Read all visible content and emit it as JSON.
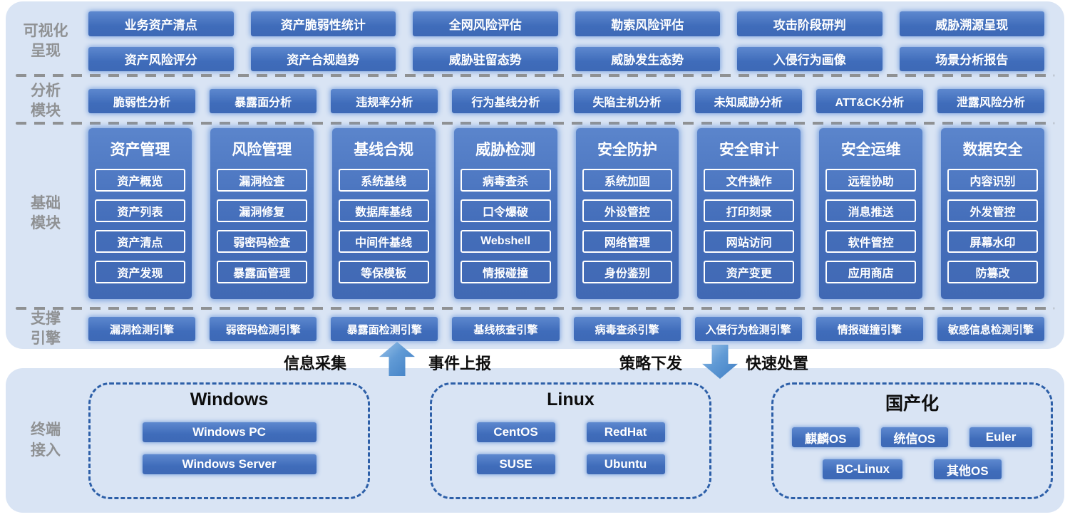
{
  "colors": {
    "panel_bg": "#d9e4f4",
    "chip_blue": "#3f6cba",
    "chip_glow": "#7aa3d9",
    "label_gray": "#8f9193",
    "dashed_border_blue": "#2d5fa8",
    "arrow_blue": "#4f8cc9",
    "text_white": "#ffffff",
    "text_black": "#0d0d0d"
  },
  "layers": {
    "visualization": {
      "label": {
        "line1": "可视化",
        "line2": "呈现"
      },
      "rows": [
        [
          "业务资产清点",
          "资产脆弱性统计",
          "全网风险评估",
          "勒索风险评估",
          "攻击阶段研判",
          "威胁溯源呈现"
        ],
        [
          "资产风险评分",
          "资产合规趋势",
          "威胁驻留态势",
          "威胁发生态势",
          "入侵行为画像",
          "场景分析报告"
        ]
      ]
    },
    "analysis": {
      "label": {
        "line1": "分析",
        "line2": "模块"
      },
      "items": [
        "脆弱性分析",
        "暴露面分析",
        "违规率分析",
        "行为基线分析",
        "失陷主机分析",
        "未知威胁分析",
        "ATT&CK分析",
        "泄露风险分析"
      ]
    },
    "base": {
      "label": {
        "line1": "基础",
        "line2": "模块"
      },
      "columns": [
        {
          "title": "资产管理",
          "items": [
            "资产概览",
            "资产列表",
            "资产清点",
            "资产发现"
          ]
        },
        {
          "title": "风险管理",
          "items": [
            "漏洞检查",
            "漏洞修复",
            "弱密码检查",
            "暴露面管理"
          ]
        },
        {
          "title": "基线合规",
          "items": [
            "系统基线",
            "数据库基线",
            "中间件基线",
            "等保模板"
          ]
        },
        {
          "title": "威胁检测",
          "items": [
            "病毒查杀",
            "口令爆破",
            "Webshell",
            "情报碰撞"
          ]
        },
        {
          "title": "安全防护",
          "items": [
            "系统加固",
            "外设管控",
            "网络管理",
            "身份鉴别"
          ]
        },
        {
          "title": "安全审计",
          "items": [
            "文件操作",
            "打印刻录",
            "网站访问",
            "资产变更"
          ]
        },
        {
          "title": "安全运维",
          "items": [
            "远程协助",
            "消息推送",
            "软件管控",
            "应用商店"
          ]
        },
        {
          "title": "数据安全",
          "items": [
            "内容识别",
            "外发管控",
            "屏幕水印",
            "防篡改"
          ]
        }
      ]
    },
    "engines": {
      "label": {
        "line1": "支撑",
        "line2": "引擎"
      },
      "items": [
        "漏洞检测引擎",
        "弱密码检测引擎",
        "暴露面检测引擎",
        "基线核查引擎",
        "病毒查杀引擎",
        "入侵行为检测引擎",
        "情报碰撞引擎",
        "敏感信息检测引擎"
      ]
    },
    "flow": {
      "collect": "信息采集",
      "report": "事件上报",
      "dispatch": "策略下发",
      "handle": "快速处置"
    },
    "terminal": {
      "label": {
        "line1": "终端",
        "line2": "接入"
      },
      "groups": [
        {
          "title": "Windows",
          "rows": [
            [
              "Windows PC"
            ],
            [
              "Windows Server"
            ]
          ]
        },
        {
          "title": "Linux",
          "rows": [
            [
              "CentOS",
              "RedHat"
            ],
            [
              "SUSE",
              "Ubuntu"
            ]
          ]
        },
        {
          "title": "国产化",
          "rows": [
            [
              "麒麟OS",
              "统信OS",
              "Euler"
            ],
            [
              "BC-Linux",
              "其他OS"
            ]
          ]
        }
      ]
    }
  }
}
